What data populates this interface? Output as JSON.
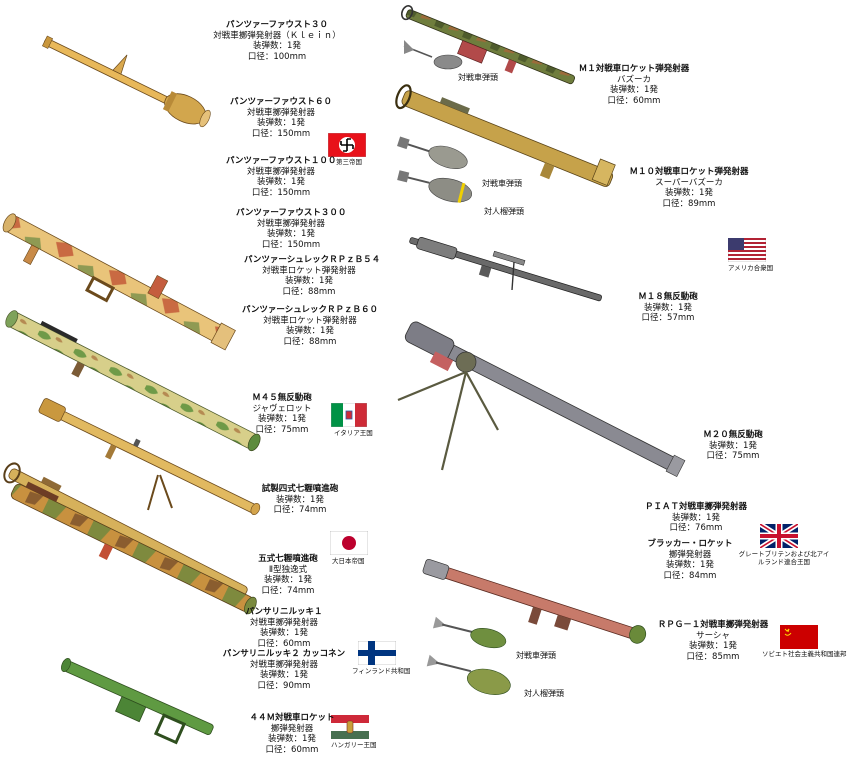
{
  "weapons": [
    {
      "id": "pf30",
      "name": "パンツァーファウスト３０",
      "type": "対戦車擲弾発射器（Ｋｌｅｉｎ）",
      "ammo": "装弾数：1発",
      "caliber": "口径：100mm"
    },
    {
      "id": "pf60",
      "name": "パンツァーファウスト６０",
      "type": "対戦車擲弾発射器",
      "ammo": "装弾数：1発",
      "caliber": "口径：150mm"
    },
    {
      "id": "pf100",
      "name": "パンツァーファウスト１００",
      "type": "対戦車擲弾発射器",
      "ammo": "装弾数：1発",
      "caliber": "口径：150mm"
    },
    {
      "id": "pf300",
      "name": "パンツァーファウスト３００",
      "type": "対戦車擲弾発射器",
      "ammo": "装弾数：1発",
      "caliber": "口径：150mm"
    },
    {
      "id": "rpzb54",
      "name": "パンツァーシュレックＲＰｚＢ５４",
      "type": "対戦車ロケット弾発射器",
      "ammo": "装弾数：1発",
      "caliber": "口径：88mm"
    },
    {
      "id": "rpzb60",
      "name": "パンツァーシュレックＲＰｚＢ６０",
      "type": "対戦車ロケット弾発射器",
      "ammo": "装弾数：1発",
      "caliber": "口径：88mm"
    },
    {
      "id": "m45",
      "name": "Ｍ４５無反動砲",
      "type": "ジャヴェロット",
      "ammo": "装弾数：1発",
      "caliber": "口径：75mm"
    },
    {
      "id": "shisei",
      "name": "試製四式七糎噴進砲",
      "type": "",
      "ammo": "装弾数：1発",
      "caliber": "口径：74mm"
    },
    {
      "id": "goshiki",
      "name": "五式七糎噴進砲",
      "type": "Ⅱ型独逸式",
      "ammo": "装弾数：1発",
      "caliber": "口径：74mm"
    },
    {
      "id": "pans1",
      "name": "パンサリニルッキ１",
      "type": "対戦車擲弾発射器",
      "ammo": "装弾数：1発",
      "caliber": "口径：60mm"
    },
    {
      "id": "pans2",
      "name": "パンサリニルッキ２ カッコネン",
      "type": "対戦車擲弾発射器",
      "ammo": "装弾数：1発",
      "caliber": "口径：90mm"
    },
    {
      "id": "m44",
      "name": "４４Ｍ対戦車ロケット",
      "type": "擲弾発射器",
      "ammo": "装弾数：1発",
      "caliber": "口径：60mm"
    },
    {
      "id": "m1",
      "name": "Ｍ１対戦車ロケット弾発射器",
      "type": "バズーカ",
      "ammo": "装弾数：1発",
      "caliber": "口径：60mm"
    },
    {
      "id": "m10",
      "name": "Ｍ１０対戦車ロケット弾発射器",
      "type": "スーパーバズーカ",
      "ammo": "装弾数：1発",
      "caliber": "口径：89mm"
    },
    {
      "id": "m18",
      "name": "Ｍ１８無反動砲",
      "type": "",
      "ammo": "装弾数：1発",
      "caliber": "口径：57mm"
    },
    {
      "id": "m20",
      "name": "Ｍ２０無反動砲",
      "type": "",
      "ammo": "装弾数：1発",
      "caliber": "口径：75mm"
    },
    {
      "id": "piat",
      "name": "ＰＩＡＴ対戦車擲弾発射器",
      "type": "",
      "ammo": "装弾数：1発",
      "caliber": "口径：76mm"
    },
    {
      "id": "blacker",
      "name": "ブラッカー・ロケット",
      "type": "擲弾発射器",
      "ammo": "装弾数：1発",
      "caliber": "口径：84mm"
    },
    {
      "id": "rpg1",
      "name": "ＲＰＧ－１対戦車擲弾発射器",
      "type": "サーシャ",
      "ammo": "装弾数：1発",
      "caliber": "口径：85mm"
    }
  ],
  "captions": {
    "m1_round": "対戦車弾頭",
    "m10_at": "対戦車弾頭",
    "m10_ap": "対人榴弾頭",
    "rpg_at": "対戦車弾頭",
    "rpg_ap": "対人榴弾頭"
  },
  "flags": {
    "germany": {
      "label": "第三帝国",
      "icon": "swastika-flag",
      "colors": [
        "#e8111a",
        "#ffffff",
        "#000000"
      ]
    },
    "usa": {
      "label": "アメリカ合衆国",
      "icon": "us-flag",
      "colors": [
        "#b22234",
        "#ffffff",
        "#3c3b6e"
      ]
    },
    "italy": {
      "label": "イタリア王国",
      "icon": "italy-flag",
      "colors": [
        "#009246",
        "#ffffff",
        "#ce2b37"
      ]
    },
    "japan": {
      "label": "大日本帝国",
      "icon": "japan-flag",
      "colors": [
        "#ffffff",
        "#bc002d"
      ]
    },
    "uk": {
      "label": "グレートブリテンおよび北アイルランド連合王国",
      "icon": "union-jack",
      "colors": [
        "#012169",
        "#ffffff",
        "#c8102e"
      ]
    },
    "finland": {
      "label": "フィンランド共和国",
      "icon": "finland-flag",
      "colors": [
        "#ffffff",
        "#003580"
      ]
    },
    "ussr": {
      "label": "ソビエト社会主義共和国連邦",
      "icon": "ussr-flag",
      "colors": [
        "#cc0000",
        "#ffd700"
      ]
    },
    "hungary": {
      "label": "ハンガリー王国",
      "icon": "hungary-flag",
      "colors": [
        "#ce2939",
        "#ffffff",
        "#477050"
      ]
    }
  }
}
